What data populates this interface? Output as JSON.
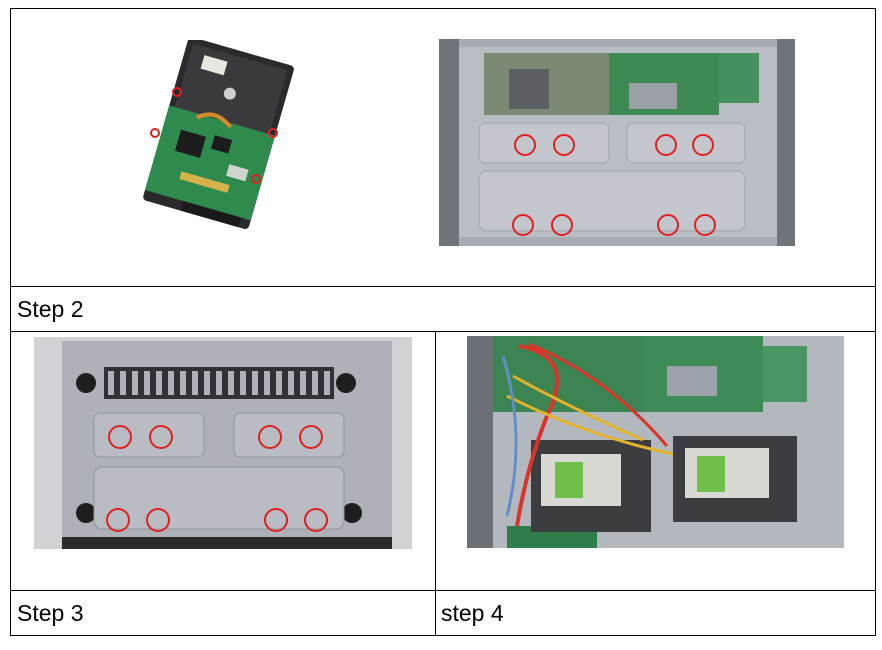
{
  "captions": {
    "step2": "Step 2",
    "step3": "Step 3",
    "step4": "step 4"
  },
  "photos": {
    "hdd": {
      "label": "hard-drive-photo"
    },
    "chassis_open": {
      "label": "dvr-chassis-interior-photo"
    },
    "chassis_bottom": {
      "label": "dvr-chassis-underside-photo"
    },
    "chassis_installed": {
      "label": "dvr-with-drives-installed-photo"
    }
  },
  "colors": {
    "screw_marker": "#e02020",
    "border": "#000000",
    "metal": "#b8bcc2",
    "pcb": "#2e8b57"
  }
}
